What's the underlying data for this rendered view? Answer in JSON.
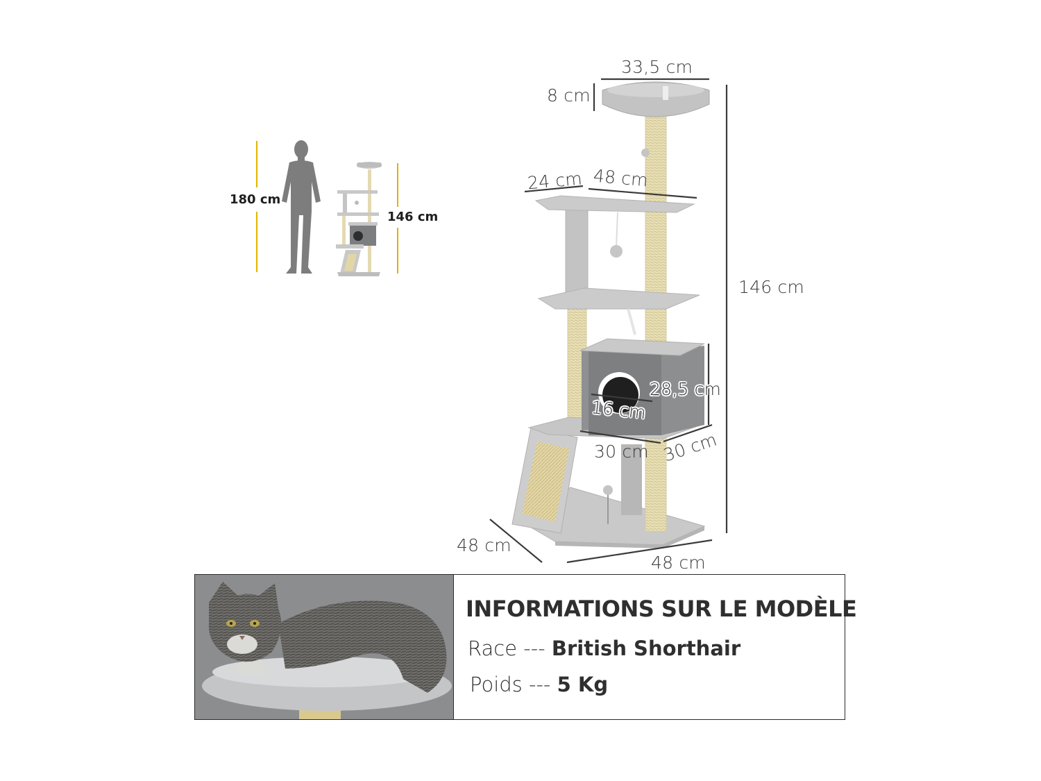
{
  "scale_reference": {
    "person_height": "180 cm",
    "tree_height": "146 cm",
    "line_color": "#e0b400"
  },
  "dimensions": {
    "top_width": "33,5 cm",
    "top_height": "8 cm",
    "platform_depth": "24 cm",
    "platform_width": "48 cm",
    "total_height": "146 cm",
    "house_height": "28,5 cm",
    "hole_diameter": "16 cm",
    "house_width": "30 cm",
    "house_depth": "30 cm",
    "base_depth": "48 cm",
    "base_width": "48 cm"
  },
  "model_info": {
    "title": "INFORMATIONS SUR LE MODÈLE",
    "race_label": "Race --- ",
    "race_value": "British Shorthair",
    "weight_label": "Poids --- ",
    "weight_value": "5 Kg"
  },
  "colors": {
    "plush_gray": "#c9c9c9",
    "sisal": "#e6dcb2",
    "house_dark": "#7b7c7e",
    "dimension_line": "#3a3a3a"
  }
}
